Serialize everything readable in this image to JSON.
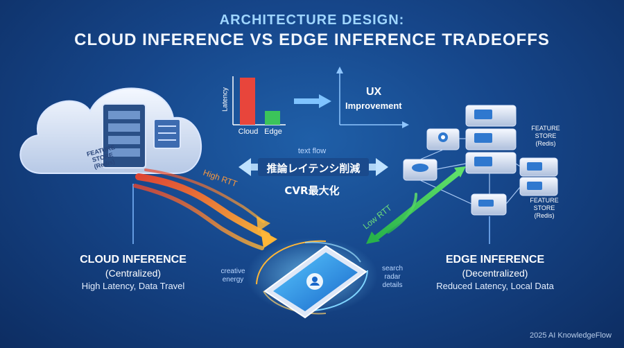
{
  "header": {
    "title_top": "ARCHITECTURE DESIGN:",
    "title_main": "CLOUD INFERENCE VS EDGE INFERENCE TRADEOFFS"
  },
  "latency_chart": {
    "ylabel": "Latency",
    "categories": [
      "Cloud",
      "Edge"
    ],
    "bar_colors": [
      "#e8453b",
      "#3bc45a"
    ]
  },
  "ux_chart": {
    "label_line1": "UX",
    "label_line2": "Improvement"
  },
  "center": {
    "text_flow": "text flow",
    "jp_latency": "推論レイテンシ削減",
    "jp_cvr": "CVR最大化"
  },
  "cloud": {
    "store_line1": "FEATURE",
    "store_line2": "STORE",
    "store_line3": "(Redis)",
    "rtt_label": "High RTT",
    "title": "CLOUD INFERENCE",
    "subtitle": "(Centralized)",
    "desc": "High Latency, Data Travel"
  },
  "edge": {
    "store_top_line1": "FEATURE",
    "store_top_line2": "STORE",
    "store_top_line3": "(Redis)",
    "store_bottom_line1": "FEATURE",
    "store_bottom_line2": "STORE",
    "store_bottom_line3": "(Redis)",
    "rtt_label": "Low RTT",
    "title": "EDGE INFERENCE",
    "subtitle": "(Decentralized)",
    "desc": "Reduced Latency, Local Data"
  },
  "phone": {
    "left_line1": "creative",
    "left_line2": "energy",
    "right_line1": "search",
    "right_line2": "radar",
    "right_line3": "details"
  },
  "footer": "2025 AI KnowledgeFlow"
}
